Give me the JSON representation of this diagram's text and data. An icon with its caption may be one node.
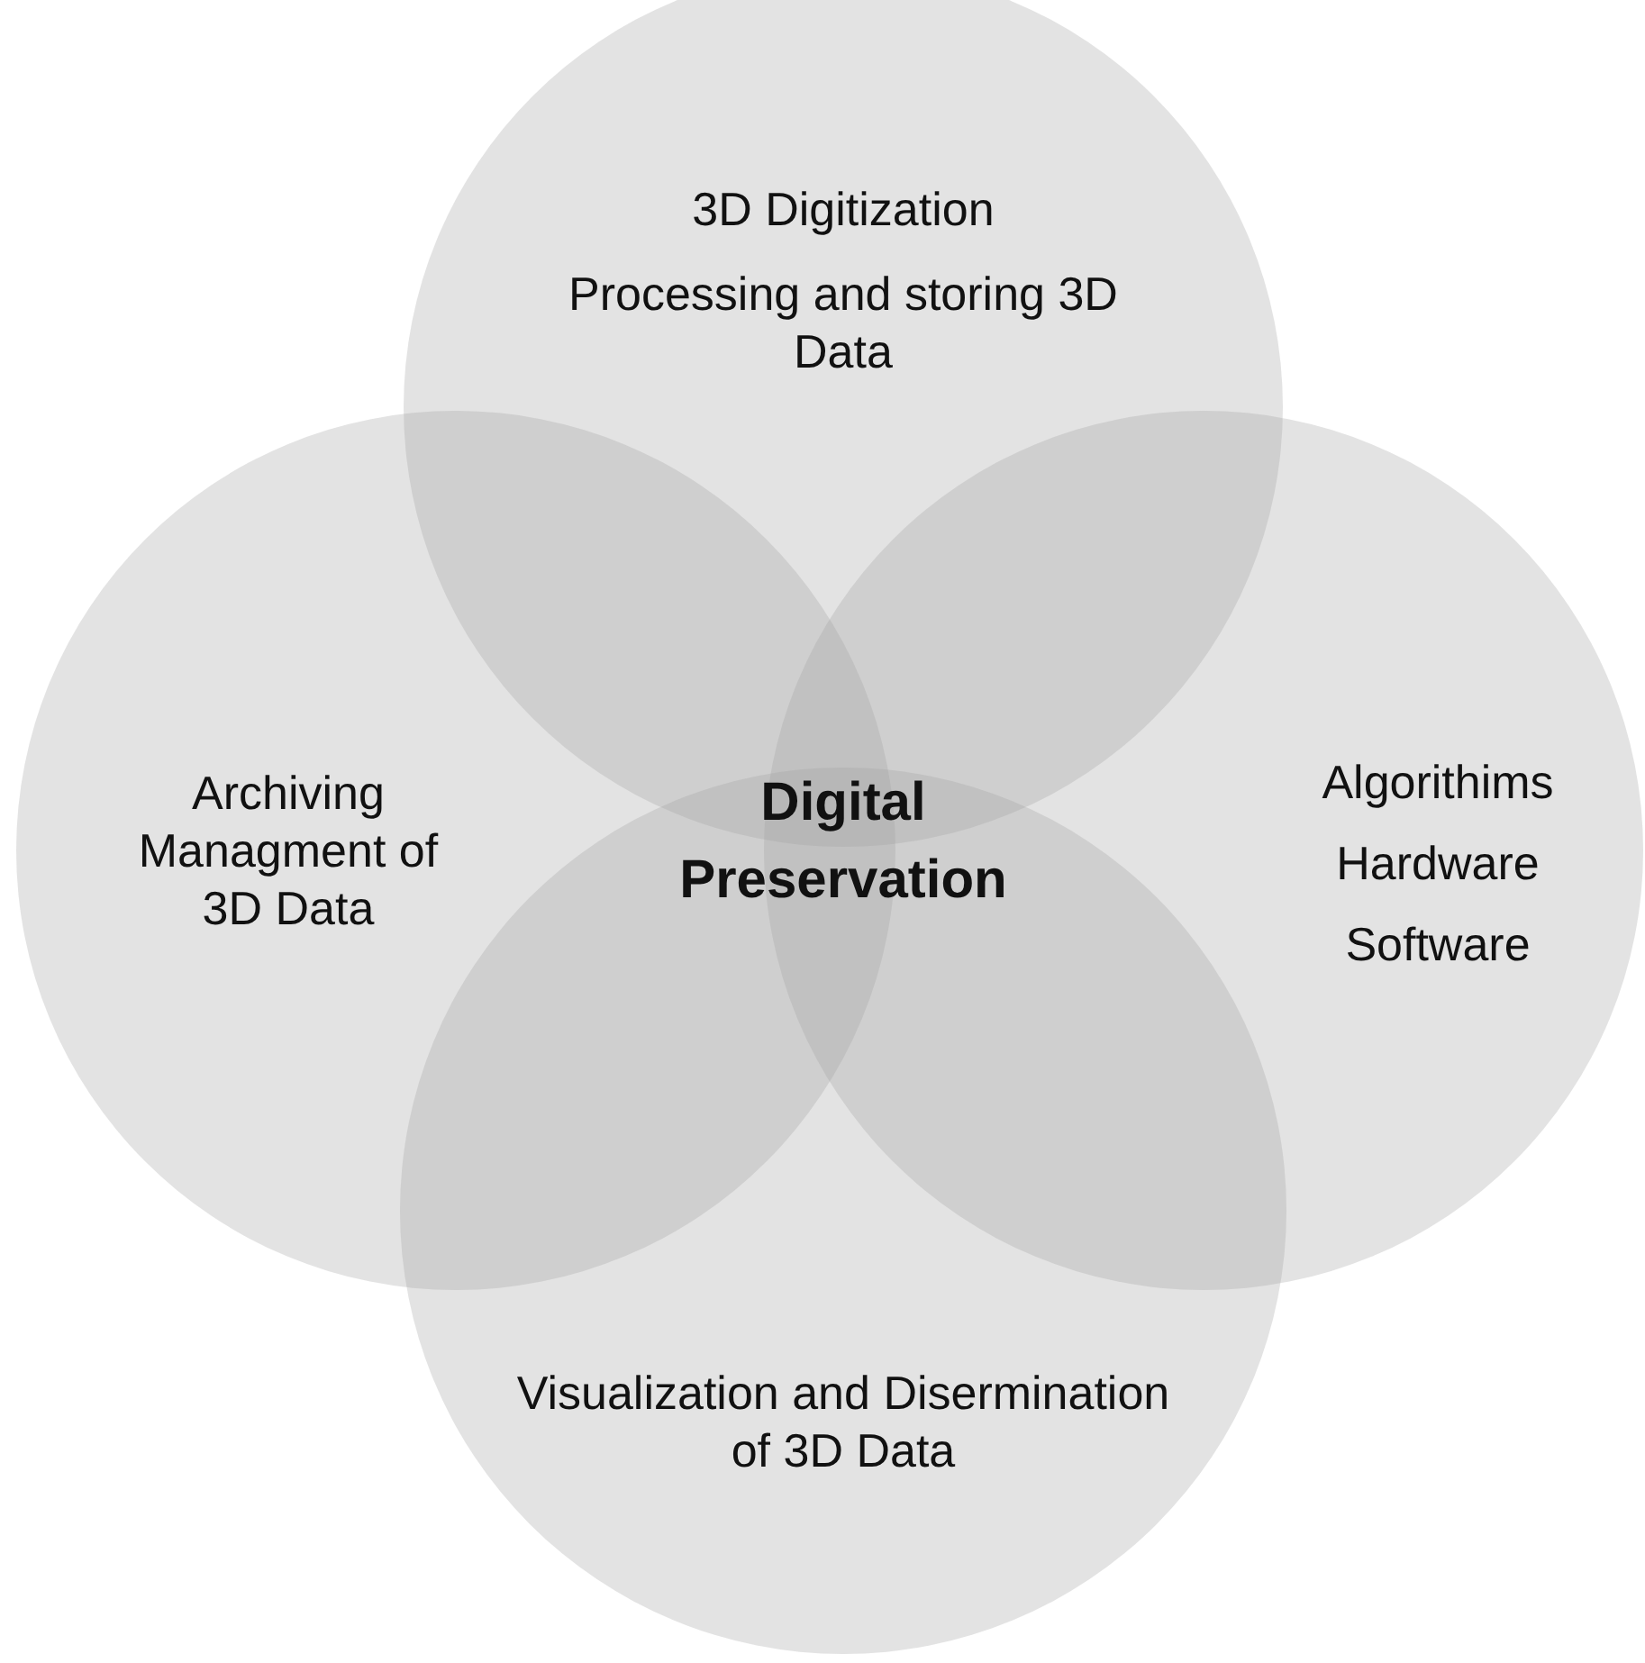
{
  "diagram": {
    "nodes": [
      {
        "text": [
          "3D Digitization",
          "Processing and storing 3D Data"
        ]
      },
      {
        "text": [
          "Archiving Managment of 3D Data"
        ]
      },
      {
        "text": [
          "Algorithims",
          "Hardware",
          "Software"
        ]
      },
      {
        "text": [
          "Visualization and Disermination of 3D Data"
        ]
      }
    ],
    "labels": [
      "Digital Preservation"
    ]
  }
}
